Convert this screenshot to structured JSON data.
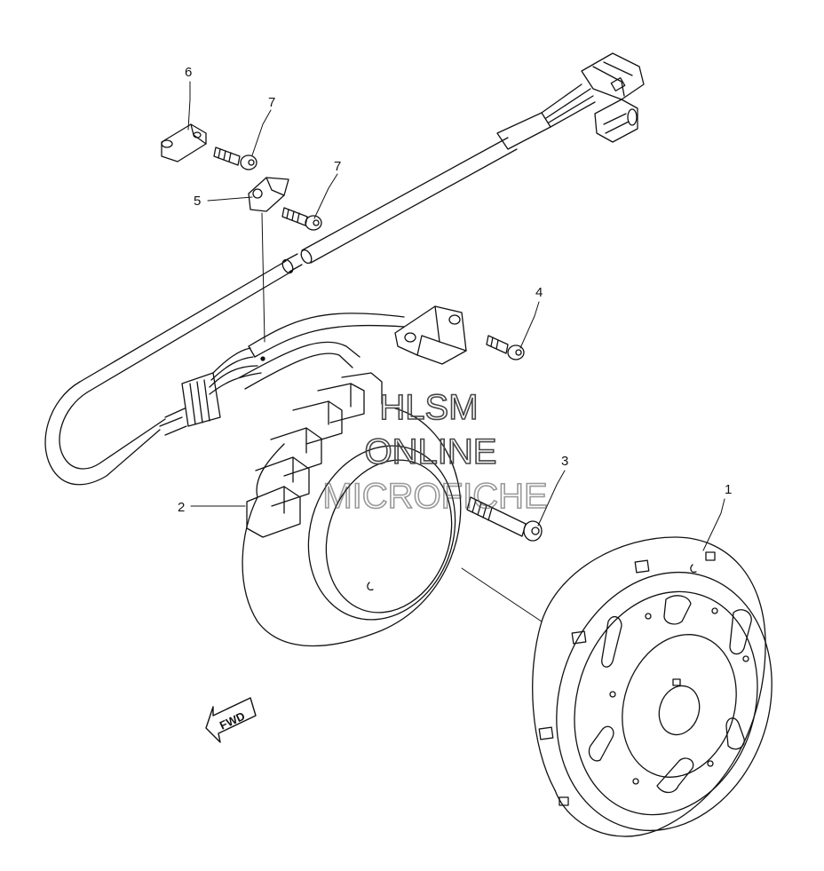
{
  "callouts": [
    {
      "id": "c1",
      "label": "1"
    },
    {
      "id": "c2",
      "label": "2"
    },
    {
      "id": "c3",
      "label": "3"
    },
    {
      "id": "c4",
      "label": "4"
    },
    {
      "id": "c5",
      "label": "5"
    },
    {
      "id": "c6",
      "label": "6"
    },
    {
      "id": "c7a",
      "label": "7"
    },
    {
      "id": "c7b",
      "label": "7"
    }
  ],
  "watermark": {
    "line1": "HLSM",
    "line2": "ONLINE",
    "line3": "MICROFICHE"
  },
  "direction_arrow": {
    "label": "FWD"
  }
}
